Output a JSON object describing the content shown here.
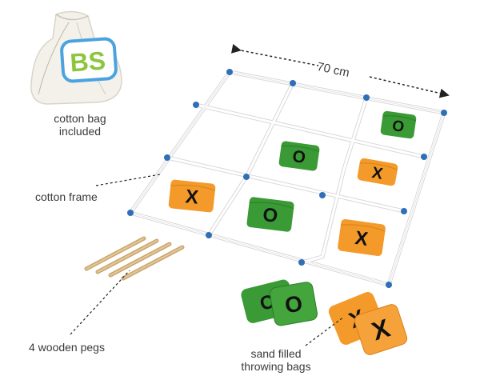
{
  "labels": {
    "bag_line1": "cotton bag",
    "bag_line2": "included",
    "dimension": "70 cm",
    "frame": "cotton frame",
    "pegs": "4 wooden pegs",
    "throw_line1": "sand filled",
    "throw_line2": "throwing bags"
  },
  "bag_logo": "BS",
  "marks": {
    "o": "O",
    "x": "X"
  },
  "colors": {
    "green_bag": "#3a9a35",
    "orange_bag": "#f39a2a",
    "frame_rope": "#ffffff",
    "rope_shadow": "#d5d5d5",
    "knot": "#2f6fb5",
    "peg": "#d8b987",
    "logo_blue": "#4aa3df",
    "logo_green": "#8cc63f"
  },
  "icons": [
    "drawstring-bag-icon",
    "wooden-peg-icon",
    "beanbag-icon"
  ]
}
